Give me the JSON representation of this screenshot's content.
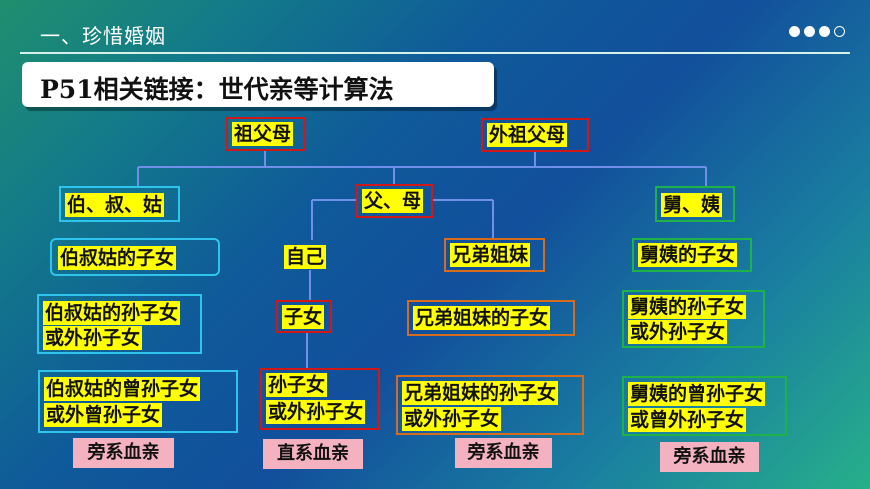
{
  "header": {
    "title": "一、珍惜婚姻"
  },
  "banner": {
    "text": "P51相关链接：世代亲等计算法"
  },
  "nodes": {
    "grandparents": "祖父母",
    "maternal_grandparents": "外祖父母",
    "parents": "父、母",
    "paternal_relatives": "伯、叔、姑",
    "maternal_relatives": "舅、姨",
    "self": "自己",
    "siblings": "兄弟姐妹",
    "cousins_paternal": "伯叔姑的子女",
    "cousins_maternal": "舅姨的子女",
    "children": "子女",
    "siblings_children": "兄弟姐妹的子女",
    "paternal_grand_1": "伯叔姑的孙子女",
    "paternal_grand_2": "或外孙子女",
    "maternal_grand_1": "舅姨的孙子女",
    "maternal_grand_2": "或外孙子女",
    "grandchildren_1": "孙子女",
    "grandchildren_2": "或外孙子女",
    "siblings_grand_1": "兄弟姐妹的孙子女",
    "siblings_grand_2": "或外孙子女",
    "paternal_great_1": "伯叔姑的曾孙子女",
    "paternal_great_2": "或外曾孙子女",
    "maternal_great_1": "舅姨的曾孙子女",
    "maternal_great_2": "或曾外孙子女"
  },
  "tags": {
    "collateral_left": "旁系血亲",
    "direct": "直系血亲",
    "collateral_mid": "旁系血亲",
    "collateral_right": "旁系血亲"
  }
}
